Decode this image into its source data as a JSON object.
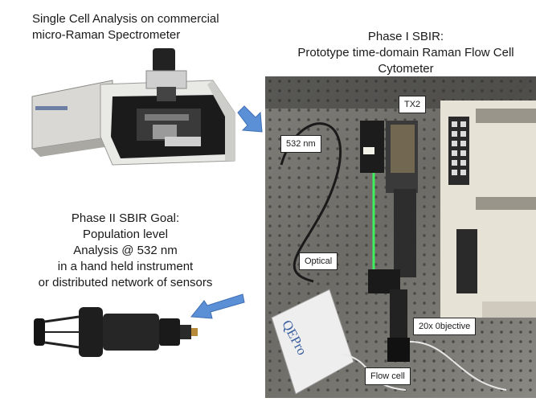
{
  "captions": {
    "left": [
      "Single Cell Analysis on commercial",
      "micro-Raman Spectrometer"
    ],
    "right": [
      "Phase I SBIR:",
      "Prototype time-domain Raman Flow Cell",
      "Cytometer"
    ],
    "goal": [
      "Phase II SBIR Goal:",
      "Population level",
      "Analysis @ 532 nm",
      "in a hand held instrument",
      "or distributed network of sensors"
    ]
  },
  "photo_labels": {
    "tx2": "TX2",
    "laser": "532 nm",
    "optical": "Optical",
    "objective": "20x 0bjective",
    "flowcell": "Flow cell"
  },
  "device_text": {
    "qepro": "QEPro"
  },
  "colors": {
    "arrow": "#5b8fd6",
    "label_bg": "#ffffff",
    "laser_beam": "#39ff5a"
  }
}
